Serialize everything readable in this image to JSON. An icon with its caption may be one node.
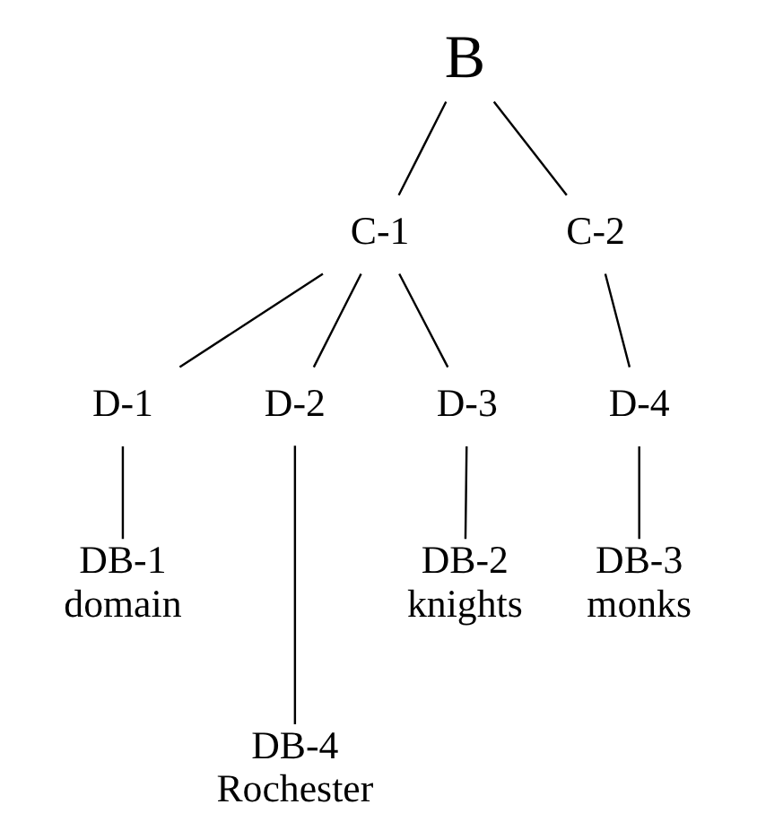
{
  "diagram": {
    "nodes": [
      {
        "text": [
          "B"
        ]
      },
      {
        "text": [
          "C-1"
        ]
      },
      {
        "text": [
          "C-2"
        ]
      },
      {
        "text": [
          "D-1"
        ]
      },
      {
        "text": [
          "D-2"
        ]
      },
      {
        "text": [
          "D-3"
        ]
      },
      {
        "text": [
          "D-4"
        ]
      },
      {
        "text": [
          "DB-1",
          "domain"
        ]
      },
      {
        "text": [
          "DB-2",
          "knights"
        ]
      },
      {
        "text": [
          "DB-3",
          "monks"
        ]
      },
      {
        "text": [
          "DB-4",
          "Rochester"
        ]
      }
    ],
    "edges": [
      {
        "from": 0,
        "to": 1,
        "arrow": "none"
      },
      {
        "from": 0,
        "to": 2,
        "arrow": "none"
      },
      {
        "from": 1,
        "to": 3,
        "arrow": "none"
      },
      {
        "from": 1,
        "to": 4,
        "arrow": "none"
      },
      {
        "from": 1,
        "to": 5,
        "arrow": "none"
      },
      {
        "from": 2,
        "to": 6,
        "arrow": "none"
      },
      {
        "from": 3,
        "to": 7,
        "arrow": "none"
      },
      {
        "from": 4,
        "to": 10,
        "arrow": "none"
      },
      {
        "from": 5,
        "to": 8,
        "arrow": "none"
      },
      {
        "from": 6,
        "to": 9,
        "arrow": "none"
      }
    ]
  }
}
